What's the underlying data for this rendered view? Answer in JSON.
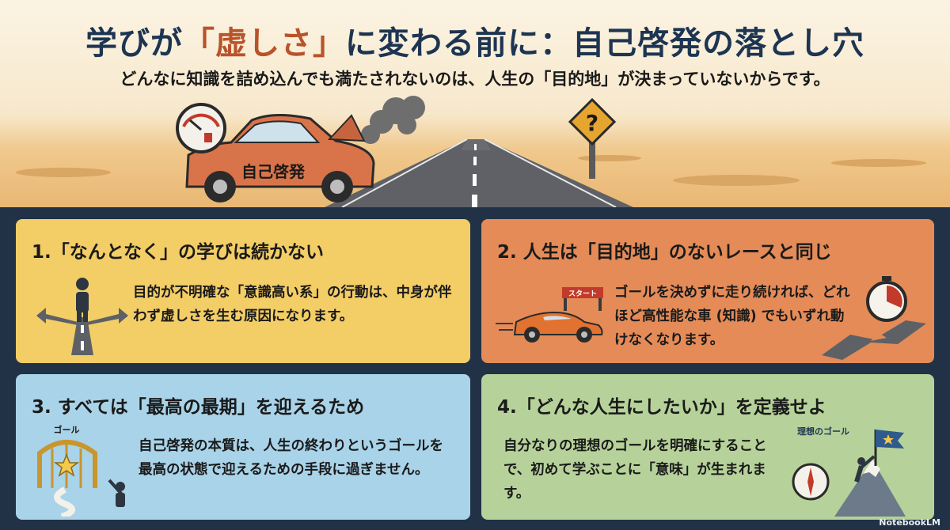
{
  "header": {
    "title_pre": "学びが",
    "title_accent": "「虚しさ」",
    "title_post": "に変わる前に：自己啓発の落とし穴",
    "subtitle": "どんなに知識を詰め込んでも満たされないのは、人生の「目的地」が決まっていないからです。"
  },
  "scene": {
    "car_label": "自己啓発",
    "sign_symbol": "?"
  },
  "cards": [
    {
      "title": "1.「なんとなく」の学びは続かない",
      "body": "目的が不明確な「意識高い系」の行動は、中身が伴わず虚しさを生む原因になります。"
    },
    {
      "title": "2. 人生は「目的地」のないレースと同じ",
      "body": "ゴールを決めずに走り続ければ、どれほど高性能な車 (知識) でもいずれ動けなくなります。",
      "banner": "スタート"
    },
    {
      "title": "3. すべては「最高の最期」を迎えるため",
      "body": "自己啓発の本質は、人生の終わりというゴールを最高の状態で迎えるための手段に過ぎません。",
      "gate_label": "ゴール"
    },
    {
      "title": "4.「どんな人生にしたいか」を定義せよ",
      "body": "自分なりの理想のゴールを明確にすることで、初めて学ぶことに「意味」が生まれます。",
      "flag_label": "理想のゴール"
    }
  ],
  "brand": "NotebookLM",
  "colors": {
    "navy": "#1d3552",
    "accent": "#b8532a",
    "card1": "#f3cd66",
    "card2": "#e48b58",
    "card3": "#a9d3e8",
    "card4": "#b6d29a"
  }
}
